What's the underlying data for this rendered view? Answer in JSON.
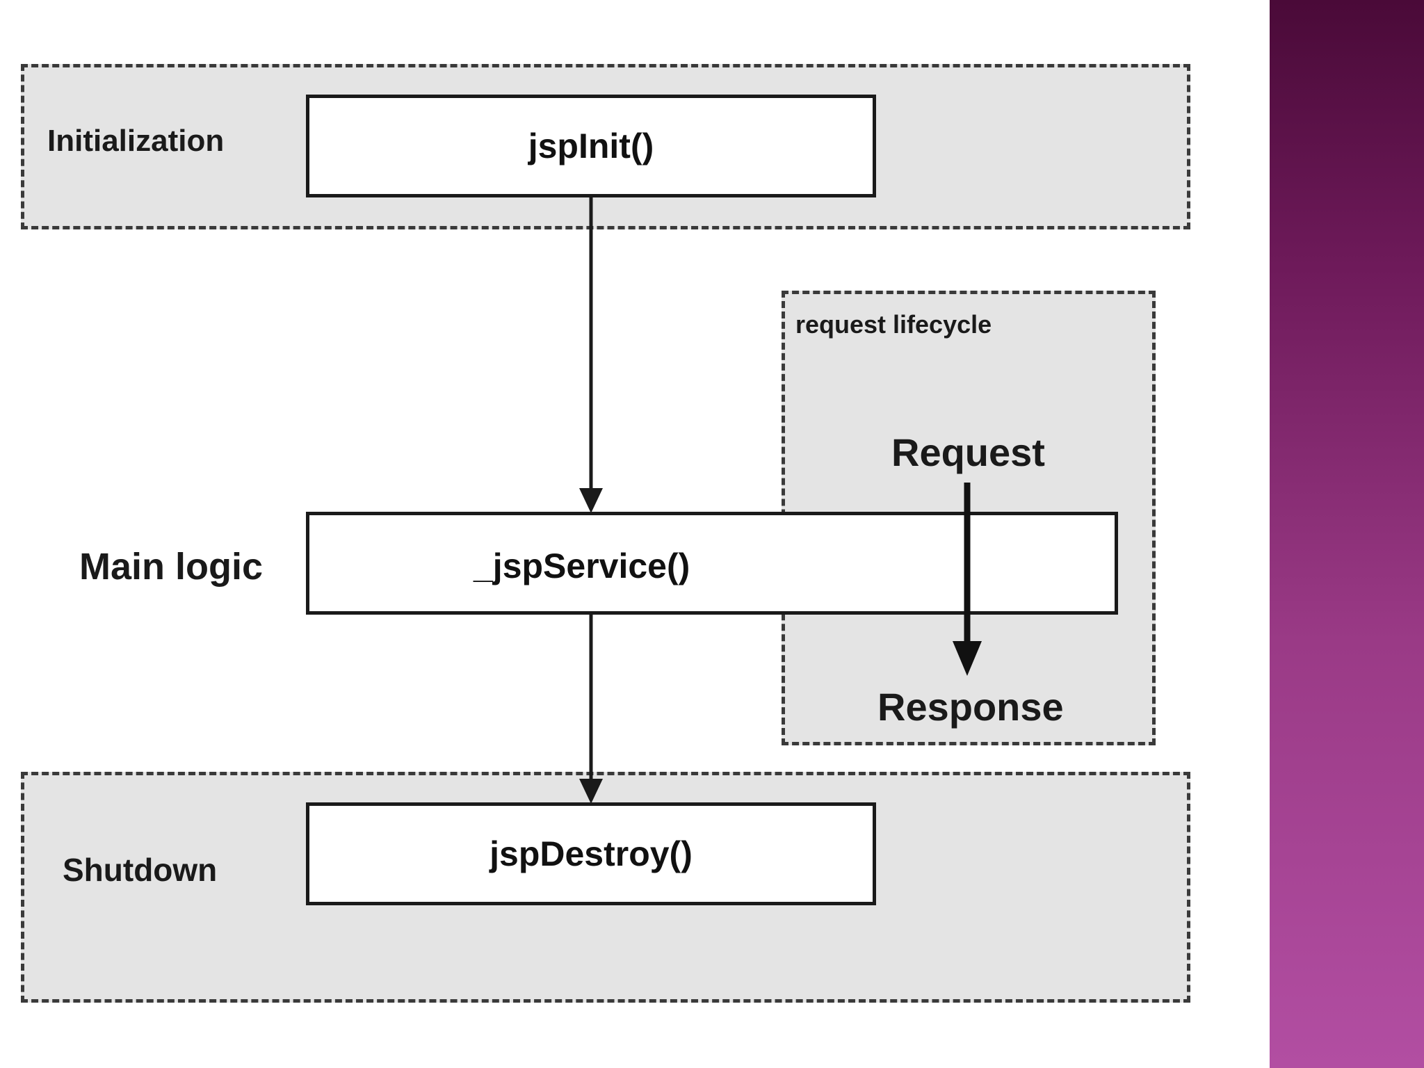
{
  "phases": {
    "initialization": {
      "label": "Initialization",
      "method": "jspInit()"
    },
    "main": {
      "label": "Main logic",
      "method": "_jspService()"
    },
    "shutdown": {
      "label": "Shutdown",
      "method": "jspDestroy()"
    }
  },
  "request_lifecycle": {
    "title": "request lifecycle",
    "request": "Request",
    "response": "Response"
  },
  "colors": {
    "zone_fill": "#e4e4e4",
    "border": "#1a1a1a",
    "sidebar_top": "#4a0a38",
    "sidebar_bottom": "#b24ea2"
  }
}
